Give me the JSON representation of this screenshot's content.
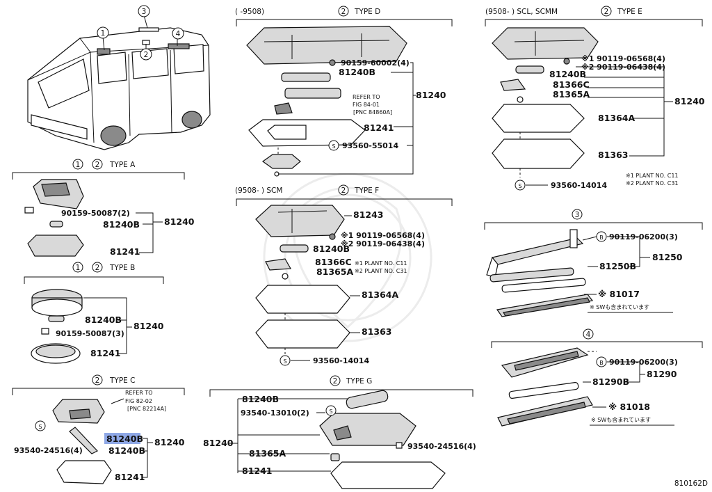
{
  "sections": {
    "type_d": {
      "title": "TYPE D",
      "prefix": "(      -9508)",
      "parts": {
        "p1": "90159-60002(4)",
        "p2": "81240B",
        "ref_a": "REFER  TO",
        "ref_b": "FIG  84-01",
        "ref_c": "[PNC  84860A]",
        "p3": "81241",
        "p4": "93560-55014",
        "main": "81240"
      }
    },
    "type_e": {
      "title": "TYPE E",
      "prefix": "(9508-        ) SCL, SCMM",
      "parts": {
        "p1a": "※1  90119-06568(4)",
        "p1b": "※2  90119-06438(4)",
        "p2": "81240B",
        "p3": "81366C",
        "p4": "81365A",
        "p5": "81364A",
        "p6": "81363",
        "p7": "93560-14014",
        "main": "81240",
        "note1": "※1 PLANT NO. C11",
        "note2": "※2 PLANT NO. C31"
      }
    },
    "type_a": {
      "title": "TYPE A",
      "parts": {
        "p1": "90159-50087(2)",
        "p2": "81240B",
        "p3": "81241",
        "main": "81240"
      }
    },
    "type_b": {
      "title": "TYPE B",
      "parts": {
        "p1": "81240B",
        "p2": "90159-50087(3)",
        "p3": "81241",
        "main": "81240"
      }
    },
    "type_c": {
      "title": "TYPE C",
      "parts": {
        "ref_a": "REFER  TO",
        "ref_b": "FIG  82-02",
        "ref_c": "[PNC  82214A]",
        "p1": "93540-24516(4)",
        "p2": "81240B",
        "p3": "81240B",
        "p4": "81241",
        "main": "81240"
      }
    },
    "type_f": {
      "title": "TYPE F",
      "prefix": "(9508-        ) SCM",
      "parts": {
        "p1": "81243",
        "p2a": "※1  90119-06568(4)",
        "p2b": "※2  90119-06438(4)",
        "p3": "81240B",
        "p4": "81366C",
        "p5": "81365A",
        "note1": "※1 PLANT NO. C11",
        "note2": "※2 PLANT NO. C31",
        "p6": "81364A",
        "p7": "81363",
        "p8": "93560-14014"
      }
    },
    "type_g": {
      "title": "TYPE G",
      "parts": {
        "p1": "81240B",
        "p2": "93540-13010(2)",
        "p3": "93540-24516(4)",
        "p4": "81365A",
        "p5": "81241",
        "main": "81240"
      }
    },
    "sec3": {
      "parts": {
        "p1": "90119-06200(3)",
        "p2": "81250B",
        "p3": "※  81017",
        "note": "※  SWも含まれています",
        "main": "81250"
      }
    },
    "sec4": {
      "parts": {
        "p1": "90119-06200(3)",
        "p2": "81290B",
        "p3": "※  81018",
        "note": "※  SWも含まれています",
        "main": "81290"
      }
    }
  },
  "markers": {
    "m1": "1",
    "m2": "2",
    "m3": "3",
    "m4": "4",
    "s": "S",
    "b": "B"
  },
  "figure_code": "810162D"
}
